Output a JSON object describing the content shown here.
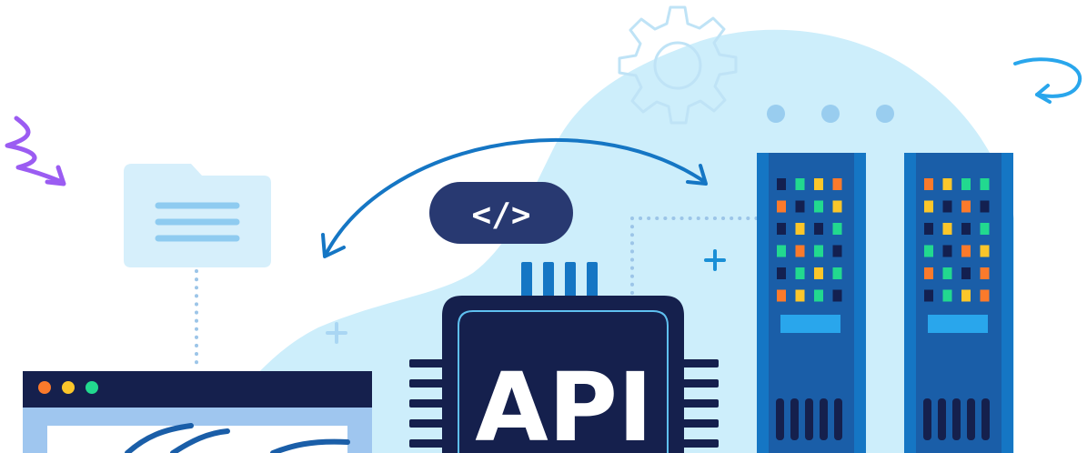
{
  "chip": {
    "label": "API"
  },
  "code_badge": {
    "label": "</>"
  },
  "colors": {
    "background": "#ffffff",
    "blob": "#cdeefb",
    "navy": "#15204d",
    "badge_navy": "#283971",
    "blue": "#1576c4",
    "blue_mid": "#1a5ea8",
    "blue_light": "#5fc0f0",
    "folder": "#d6effb",
    "folder_lines": "#8ecbf0",
    "dotted": "#9cc5e8",
    "plus": "#1a8fd6",
    "window_body": "#9fc6ef",
    "squiggle_purple": "#9b5cf2",
    "arrow_cyan": "#29a6ec",
    "led_orange": "#fb7a2b",
    "led_yellow": "#fbc62a",
    "led_green": "#22d98f",
    "led_dark": "#132050",
    "window_dot_orange": "#fb7a2b",
    "window_dot_yellow": "#fbc62a",
    "window_dot_green": "#22d98f"
  },
  "icons": {
    "gear": "gear-icon",
    "folder": "folder-icon",
    "code": "code-tag-icon",
    "plus": "plus-icon",
    "squiggle": "squiggle-arrow-icon",
    "curly_arrow": "curly-arrow-icon"
  },
  "servers": [
    {
      "leds": [
        [
          "led_dark",
          "led_green",
          "led_yellow",
          "led_orange"
        ],
        [
          "led_orange",
          "led_dark",
          "led_green",
          "led_yellow"
        ],
        [
          "led_dark",
          "led_yellow",
          "led_dark",
          "led_green"
        ],
        [
          "led_green",
          "led_orange",
          "led_green",
          "led_dark"
        ],
        [
          "led_dark",
          "led_green",
          "led_yellow",
          "led_green"
        ],
        [
          "led_orange",
          "led_yellow",
          "led_green",
          "led_dark"
        ]
      ]
    },
    {
      "leds": [
        [
          "led_orange",
          "led_yellow",
          "led_green",
          "led_green"
        ],
        [
          "led_yellow",
          "led_dark",
          "led_orange",
          "led_dark"
        ],
        [
          "led_dark",
          "led_yellow",
          "led_dark",
          "led_green"
        ],
        [
          "led_green",
          "led_dark",
          "led_orange",
          "led_yellow"
        ],
        [
          "led_orange",
          "led_green",
          "led_dark",
          "led_orange"
        ],
        [
          "led_dark",
          "led_green",
          "led_yellow",
          "led_orange"
        ]
      ]
    }
  ]
}
